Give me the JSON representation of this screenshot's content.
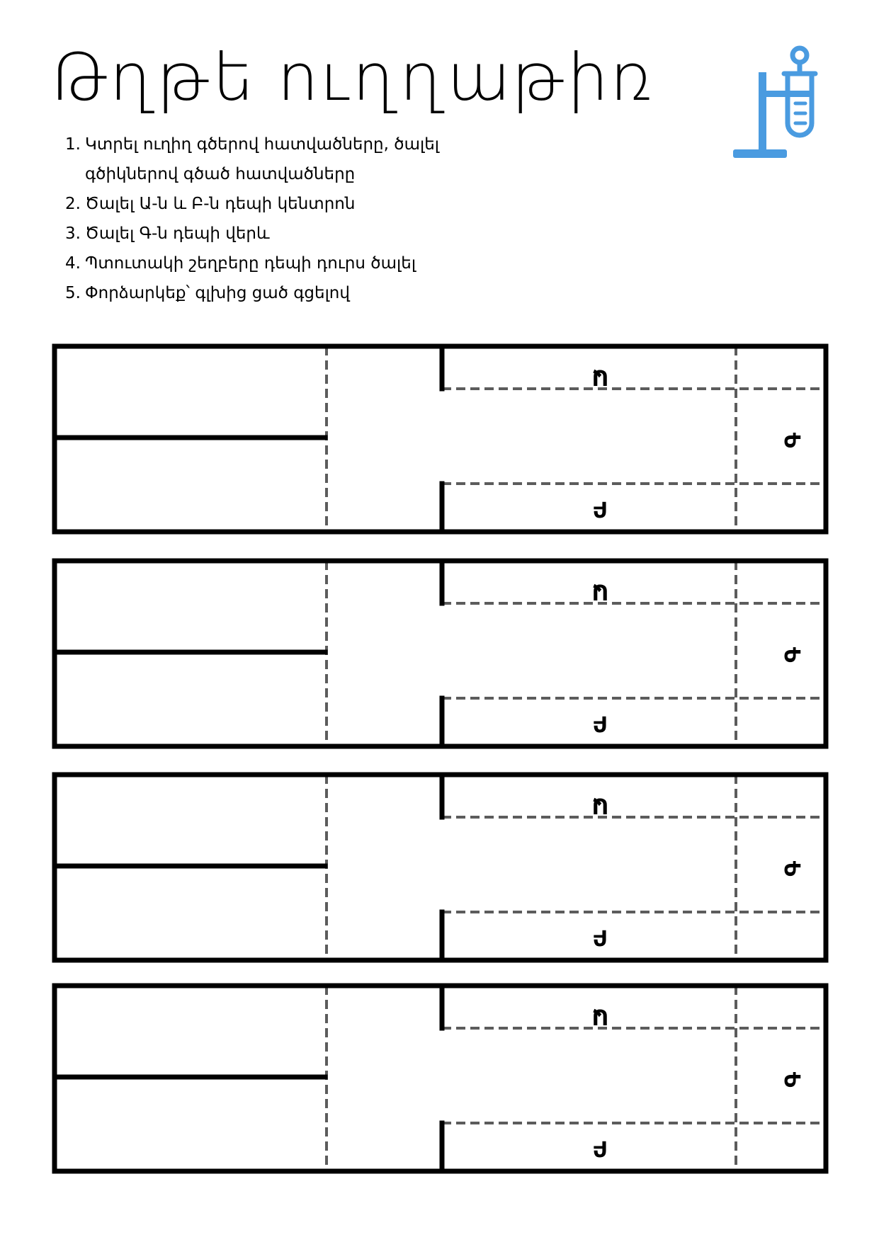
{
  "title": "Թղթե ուղղաթիռ",
  "logo_icon": "test-tube-stand-icon",
  "accent_color": "#4a9be0",
  "instructions": [
    {
      "num": "1.",
      "text": "Կտրել ուղիղ գծերով հատվածները, ծալել գծիկներով գծած հատվածները"
    },
    {
      "num": "2.",
      "text": "Ծալել Ա-ն և Բ-ն դեպի կենտրոն"
    },
    {
      "num": "3.",
      "text": "Ծալել Գ-ն դեպի վերև"
    },
    {
      "num": "4.",
      "text": "Պտուտակի շեղբերը դեպի դուրս ծալել"
    },
    {
      "num": "5.",
      "text": "Փորձարկեք՝ գլխից ցած գցելով"
    }
  ],
  "templates": [
    {
      "label_a": "Ա",
      "label_b": "Բ",
      "label_c": "Գ"
    },
    {
      "label_a": "Ա",
      "label_b": "Բ",
      "label_c": "Գ"
    },
    {
      "label_a": "Ա",
      "label_b": "Բ",
      "label_c": "Գ"
    },
    {
      "label_a": "Ա",
      "label_b": "Բ",
      "label_c": "Գ"
    }
  ]
}
